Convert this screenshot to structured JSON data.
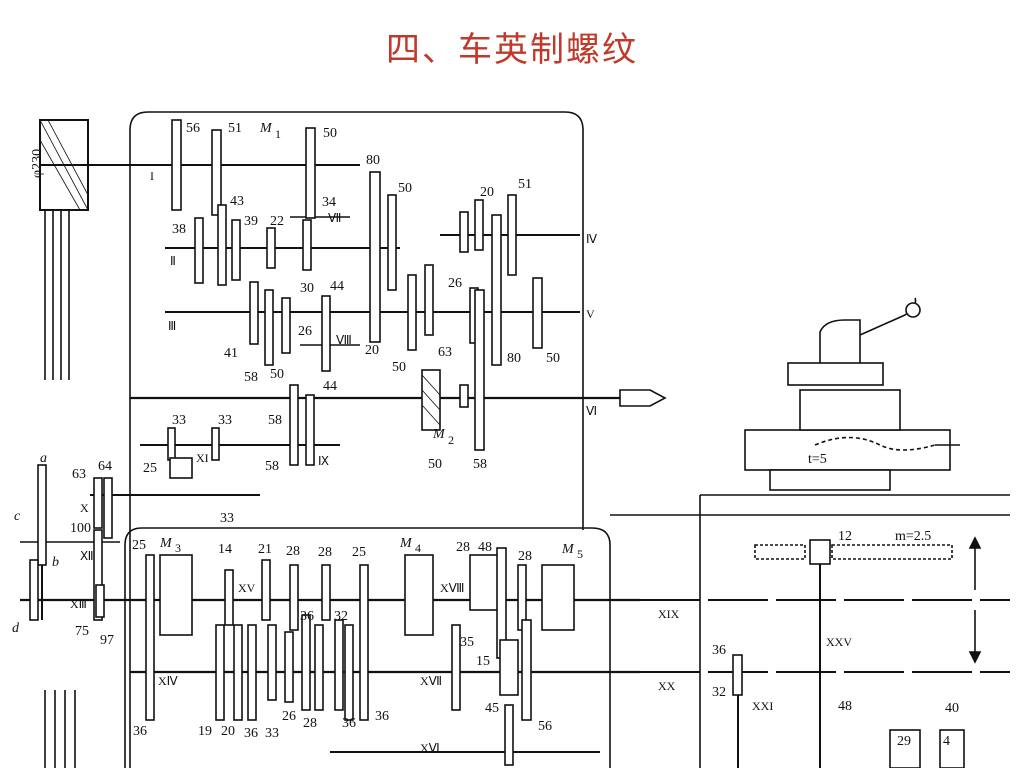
{
  "slide": {
    "title": "四、车英制螺纹"
  },
  "diagram": {
    "pulley_label": "φ230",
    "labels": {
      "m1": "M",
      "m1_sub": "1",
      "m2": "M",
      "m2_sub": "2",
      "m3": "M",
      "m3_sub": "3",
      "m4": "M",
      "m4_sub": "4",
      "m5": "M",
      "m5_sub": "5",
      "t": "t=5",
      "m": "m=2.5",
      "a": "a",
      "b": "b",
      "c": "c",
      "d": "d"
    },
    "shafts": {
      "I": "I",
      "II": "Ⅱ",
      "III": "Ⅲ",
      "IV": "Ⅳ",
      "V": "V",
      "VI": "Ⅵ",
      "VII": "Ⅶ",
      "VIII": "Ⅷ",
      "IX": "Ⅸ",
      "X": "X",
      "XI": "XI",
      "XII": "Ⅻ",
      "XIII": "XⅢ",
      "XIV": "XⅣ",
      "XV": "XV",
      "XVI": "XⅥ",
      "XVII": "XⅦ",
      "XVIII": "XⅧ",
      "XIX": "XIX",
      "XX": "XX",
      "XXI": "XXI",
      "XXV": "XXV"
    },
    "gear_numbers": {
      "g56a": "56",
      "g51a": "51",
      "g50a": "50",
      "g80a": "80",
      "g50b": "50",
      "g34": "34",
      "g43": "43",
      "g38": "38",
      "g39": "39",
      "g22": "22",
      "g20a": "20",
      "g51b": "51",
      "g26a": "26",
      "g44a": "44",
      "g30": "30",
      "g20b": "20",
      "g50c": "50",
      "g63": "63",
      "g80b": "80",
      "g50d": "50",
      "g41": "41",
      "g58a": "58",
      "g50e": "50",
      "g26b": "26",
      "g44b": "44",
      "g33a": "33",
      "g33b": "33",
      "g58b": "58",
      "g58c": "58",
      "g25a": "25",
      "g33c": "33",
      "g50f": "50",
      "g58d": "58",
      "g63b": "63",
      "g64": "64",
      "g100": "100",
      "g75": "75",
      "g97": "97",
      "g25b": "25",
      "g14": "14",
      "g21": "21",
      "g28a": "28",
      "g28b": "28",
      "g25c": "25",
      "g28c": "28",
      "g48a": "48",
      "g28d": "28",
      "g36a": "36",
      "g32": "32",
      "g35": "35",
      "g15": "15",
      "g36b": "36",
      "g19": "19",
      "g20c": "20",
      "g36c": "36",
      "g33d": "33",
      "g26c": "26",
      "g28e": "28",
      "g36d": "36",
      "g36e": "36",
      "g45": "45",
      "g56b": "56",
      "g36f": "36",
      "g32b": "32",
      "g12": "12",
      "g48b": "48",
      "g40": "40",
      "g29": "29",
      "g4": "4"
    }
  }
}
